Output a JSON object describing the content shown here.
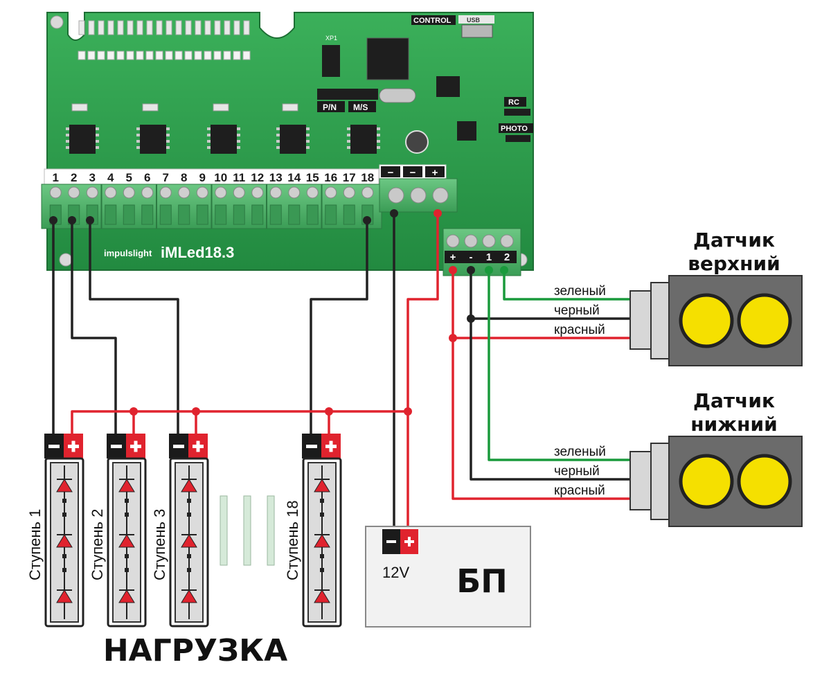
{
  "board": {
    "brand": "impulslight",
    "model": "iMLed18.3",
    "labels": {
      "control": "CONTROL",
      "usb": "USB",
      "pn": "P/N",
      "ms": "M/S",
      "rc": "RC",
      "photo": "PHOTO",
      "xp1": "XP1"
    },
    "channel_numbers": [
      "1",
      "2",
      "3",
      "4",
      "5",
      "6",
      "7",
      "8",
      "9",
      "10",
      "11",
      "12",
      "13",
      "14",
      "15",
      "16",
      "17",
      "18"
    ],
    "power_terminal_signs": [
      "−",
      "−",
      "+"
    ],
    "sensor_terminal_labels": [
      "+",
      "-",
      "1",
      "2"
    ]
  },
  "sensors": [
    {
      "name": "Датчик",
      "position": "верхний"
    },
    {
      "name": "Датчик",
      "position": "нижний"
    }
  ],
  "wire_labels": {
    "green": "зеленый",
    "black": "черный",
    "red": "красный"
  },
  "loads": [
    {
      "label": "Ступень 1"
    },
    {
      "label": "Ступень 2"
    },
    {
      "label": "Ступень 3"
    },
    {
      "label": "Ступень 18"
    }
  ],
  "load_title": "НАГРУЗКА",
  "power_supply": {
    "voltage": "12V",
    "label": "БП"
  },
  "colors": {
    "pcb": "#2a9d4a",
    "wire_red": "#e0232e",
    "wire_black": "#222222",
    "wire_green": "#1a9a3c",
    "sensor_body": "#6b6b6b",
    "sensor_led": "#f5e000",
    "terminal": "#4fb868"
  }
}
